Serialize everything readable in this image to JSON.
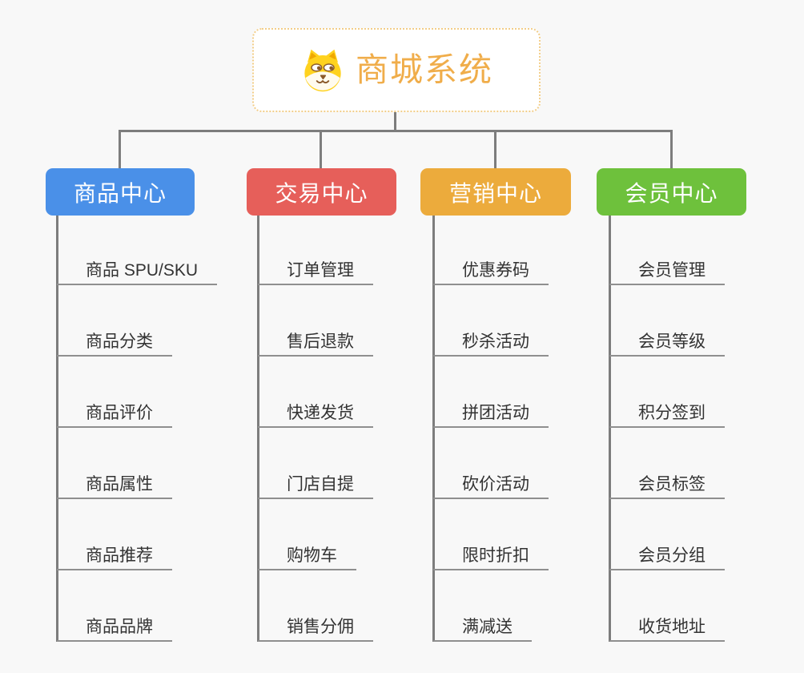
{
  "diagram": {
    "type": "mindmap",
    "title": "商城系统"
  },
  "root": {
    "title": "商城系统",
    "icon": "shiba-dog-icon",
    "title_color": "#f0ad4a",
    "border_color": "#f2cd88"
  },
  "branches": [
    {
      "label": "商品中心",
      "color": "#4a90e8",
      "items": [
        "商品 SPU/SKU",
        "商品分类",
        "商品评价",
        "商品属性",
        "商品推荐",
        "商品品牌"
      ]
    },
    {
      "label": "交易中心",
      "color": "#e65f5a",
      "items": [
        "订单管理",
        "售后退款",
        "快递发货",
        "门店自提",
        "购物车",
        "销售分佣"
      ]
    },
    {
      "label": "营销中心",
      "color": "#ecab3c",
      "items": [
        "优惠券码",
        "秒杀活动",
        "拼团活动",
        "砍价活动",
        "限时折扣",
        "满减送"
      ]
    },
    {
      "label": "会员中心",
      "color": "#6ec13c",
      "items": [
        "会员管理",
        "会员等级",
        "积分签到",
        "会员标签",
        "会员分组",
        "收货地址"
      ]
    }
  ],
  "style": {
    "background": "#f8f8f8",
    "connector_color": "#7d7d7d",
    "underline_color": "#8f8f8f",
    "leaf_text_color": "#333333"
  }
}
